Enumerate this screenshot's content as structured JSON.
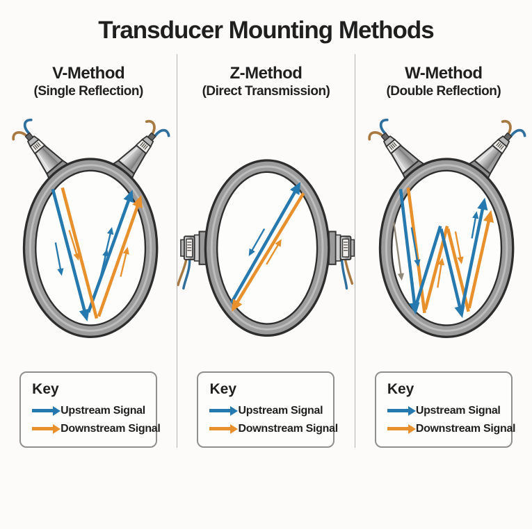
{
  "title": "Transducer Mounting Methods",
  "panels": [
    {
      "name": "V-Method",
      "subtitle": "(Single Reflection)"
    },
    {
      "name": "Z-Method",
      "subtitle": "(Direct Transmission)"
    },
    {
      "name": "W-Method",
      "subtitle": "(Double Reflection)"
    }
  ],
  "key": {
    "title": "Key",
    "entries": [
      {
        "label": "Upstream Signal",
        "color": "#2579ae",
        "icon": "right-arrow"
      },
      {
        "label": "Downstream Signal",
        "color": "#e8912c",
        "icon": "right-arrow"
      }
    ]
  },
  "colors": {
    "upstream_blue": "#2579ae",
    "downstream_orange": "#e8912c",
    "pipe_gray": "#9c9c9c",
    "outline_dark": "#2d2d2d",
    "background": "#fcfbf9"
  }
}
